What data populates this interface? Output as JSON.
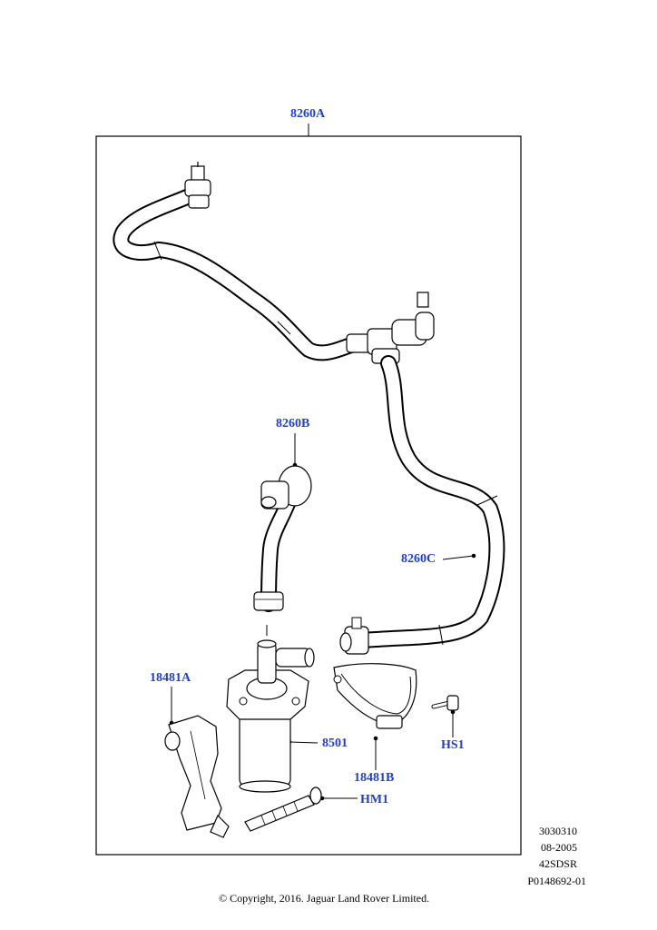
{
  "callouts": {
    "c8260A": "8260A",
    "c8260B": "8260B",
    "c8260C": "8260C",
    "c18481A": "18481A",
    "c8501": "8501",
    "cHS1": "HS1",
    "c18481B": "18481B",
    "cHM1": "HM1"
  },
  "meta": {
    "code1": "3030310",
    "code2": "08-2005",
    "code3": "42SDSR",
    "code4": "P0148692-01"
  },
  "copyright": "© Copyright, 2016. Jaguar Land Rover Limited.",
  "colors": {
    "callout": "#1f3fc8",
    "line": "#000000"
  }
}
